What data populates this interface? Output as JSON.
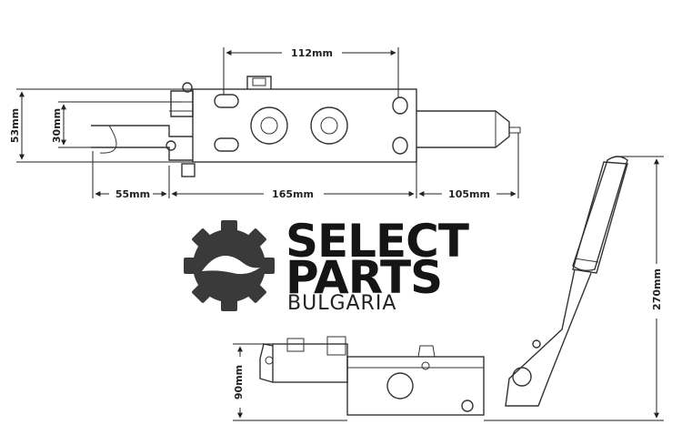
{
  "dimensions": {
    "top_width_112": "112mm",
    "top_height_53": "53mm",
    "top_height_30": "30mm",
    "left_offset_55": "55mm",
    "body_length_165": "165mm",
    "rod_length_105": "105mm",
    "total_height_270": "270mm",
    "side_height_90": "90mm"
  },
  "logo": {
    "line1": "SELECT",
    "line2": "PARTS",
    "line3": "BULGARIA"
  },
  "colors": {
    "line": "#333333",
    "logo_gear": "#3a3a3a",
    "logo_text": "#151515"
  }
}
